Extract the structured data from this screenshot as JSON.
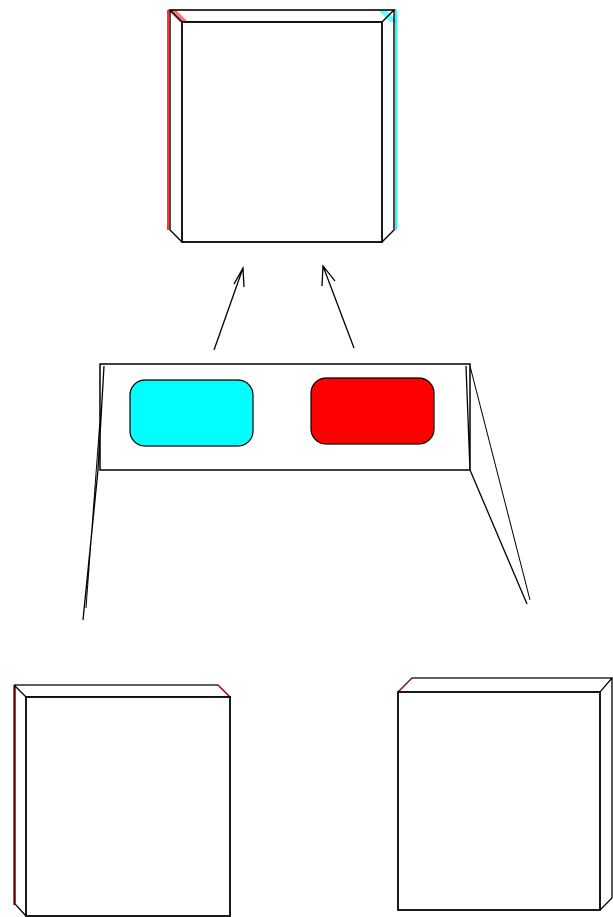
{
  "diagram": {
    "subject": "anaglyph-3d-glasses-stereo-viewing",
    "colors": {
      "background": "#ffffff",
      "outline": "#000000",
      "left_lens": "#00ffff",
      "right_lens": "#ff0000",
      "left_eye_fringe": "#ff0000",
      "right_eye_fringe": "#00ffff"
    },
    "elements": [
      "perceived-3d-cube",
      "left-eye-arrow",
      "right-eye-arrow",
      "anaglyph-glasses",
      "left-eye-view-cube",
      "right-eye-view-cube"
    ]
  }
}
